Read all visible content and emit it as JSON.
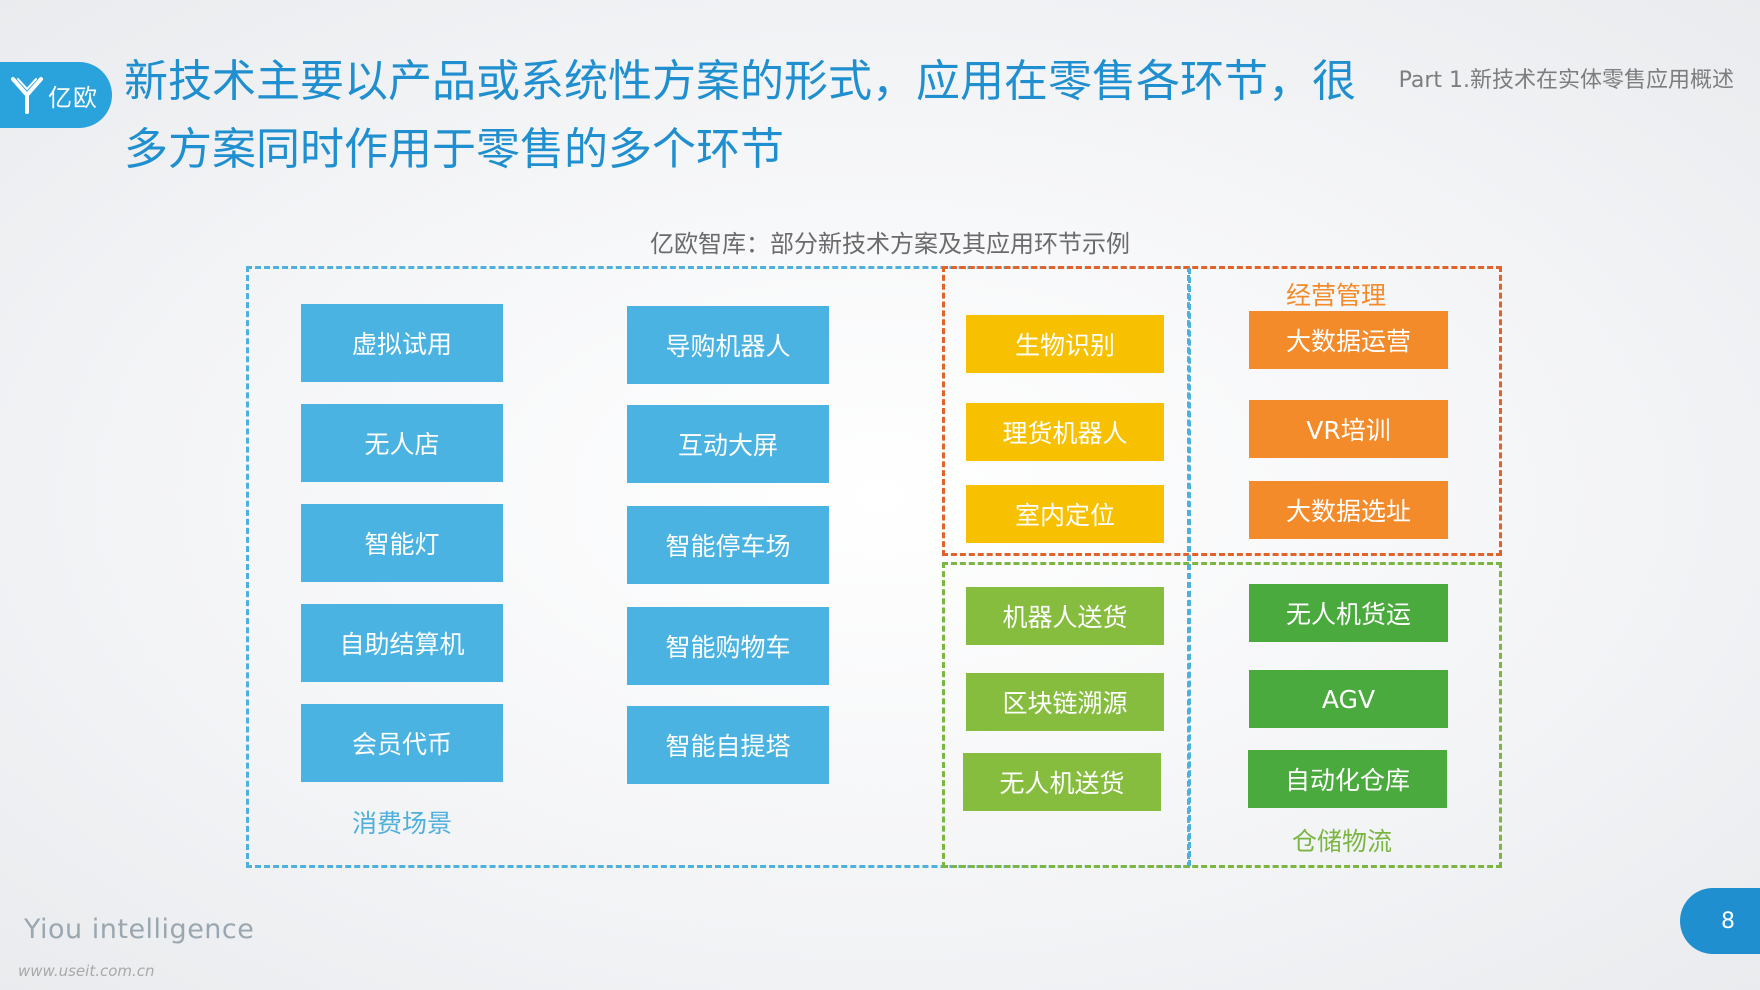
{
  "header": {
    "logo_text": "亿欧",
    "title_line1": "新技术主要以产品或系统性方案的形式，应用在零售各环节，很",
    "title_line2": "多方案同时作用于零售的多个环节",
    "section": "Part 1.新技术在实体零售应用概述"
  },
  "diagram": {
    "caption": "亿欧智库：部分新技术方案及其应用环节示例",
    "groups": {
      "consumer": {
        "label": "消费场景",
        "col1": [
          "虚拟试用",
          "无人店",
          "智能灯",
          "自助结算机",
          "会员代币"
        ],
        "col2": [
          "导购机器人",
          "互动大屏",
          "智能停车场",
          "智能购物车",
          "智能自提塔"
        ]
      },
      "shared_top": [
        "生物识别",
        "理货机器人",
        "室内定位"
      ],
      "operations": {
        "label": "经营管理",
        "items": [
          "大数据运营",
          "VR培训",
          "大数据选址"
        ]
      },
      "shared_bottom": [
        "机器人送货",
        "区块链溯源",
        "无人机送货"
      ],
      "logistics": {
        "label": "仓储物流",
        "items": [
          "无人机货运",
          "AGV",
          "自动化仓库"
        ]
      }
    },
    "colors": {
      "consumer_tile": "#4bb3e1",
      "consumer_border": "#4fb0dc",
      "shared_top_tile": "#f7c000",
      "operations_tile": "#f48b2a",
      "operations_border": "#e2622b",
      "shared_bottom_tile": "#86bd3f",
      "logistics_tile": "#4aaa3d",
      "logistics_border": "#7bb542"
    }
  },
  "footer": {
    "brand": "Yiou intelligence",
    "url": "www.useit.com.cn",
    "page_number": "8"
  }
}
